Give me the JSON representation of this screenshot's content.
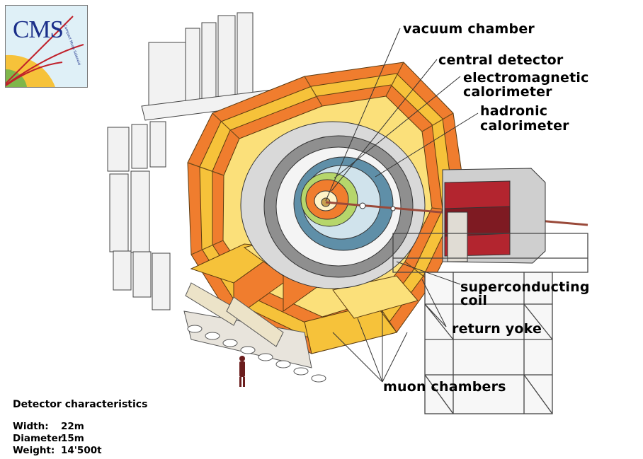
{
  "logo": {
    "text": "CMS",
    "subtitle": "Compact Muon Solenoid"
  },
  "labels": {
    "vacuum_chamber": "vacuum chamber",
    "central_detector": "central detector",
    "em_calorimeter_1": "electromagnetic",
    "em_calorimeter_2": "calorimeter",
    "hadronic_1": "hadronic",
    "hadronic_2": "calorimeter",
    "superconducting_1": "superconducting",
    "superconducting_2": "coil",
    "return_yoke": "return yoke",
    "muon_chambers": "muon chambers"
  },
  "specs": {
    "title": "Detector characteristics",
    "rows": [
      {
        "key": "Width:",
        "value": "22m"
      },
      {
        "key": "Diameter:",
        "value": "15m"
      },
      {
        "key": "Weight:",
        "value": "14'500t"
      }
    ]
  },
  "colors": {
    "yoke_orange": "#f07d2e",
    "yoke_yellow": "#f6c23a",
    "yoke_light": "#fbe07a",
    "hcal_blue": "#5f8fa8",
    "ecal_green": "#b6d66b",
    "coil_gray": "#8f8f8f",
    "endcap_red": "#b3252f",
    "logo_blue": "#1b2f8a"
  }
}
